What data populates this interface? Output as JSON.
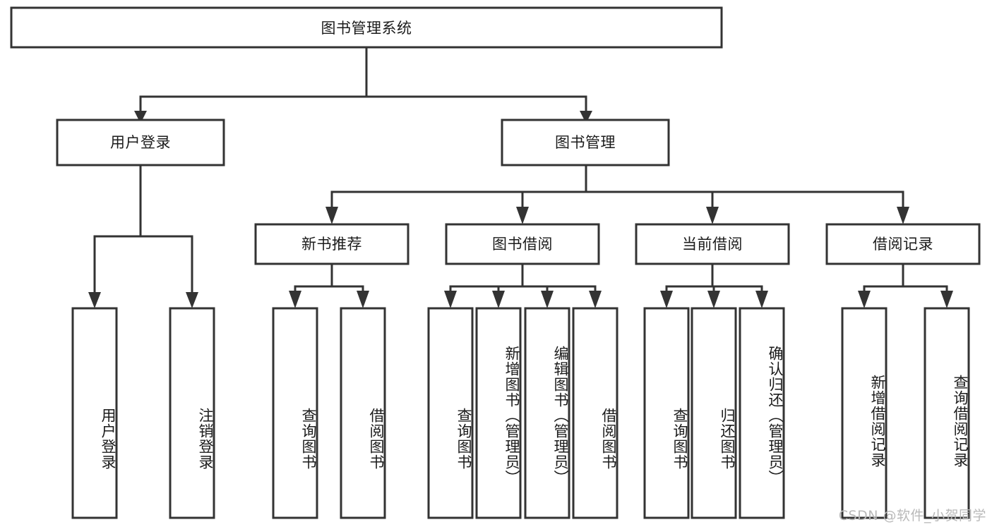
{
  "diagram": {
    "title": "图书管理系统",
    "type": "tree-hierarchy",
    "orientation": "top-down",
    "colors": {
      "box_stroke": "#333333",
      "box_fill": "#ffffff",
      "edge": "#333333",
      "text": "#1b1b1b",
      "watermark": "#b9b9b9",
      "background": "#ffffff"
    },
    "watermark": "CSDN @软件_小贺同学"
  },
  "nodes": {
    "root": {
      "label": "图书管理系统"
    },
    "level2": [
      {
        "label": "用户登录"
      },
      {
        "label": "图书管理"
      }
    ],
    "level3": [
      {
        "label": "新书推荐"
      },
      {
        "label": "图书借阅"
      },
      {
        "label": "当前借阅"
      },
      {
        "label": "借阅记录"
      }
    ],
    "leaves": {
      "user_login": [
        {
          "label": "用户登录"
        },
        {
          "label": "注销登录"
        }
      ],
      "new_book_recommend": [
        {
          "label": "查询图书"
        },
        {
          "label": "借阅图书"
        }
      ],
      "book_borrow": [
        {
          "label": "查询图书"
        },
        {
          "label": "新增图书（管理员）"
        },
        {
          "label": "编辑图书（管理员）"
        },
        {
          "label": "借阅图书"
        }
      ],
      "current_borrow": [
        {
          "label": "查询图书"
        },
        {
          "label": "归还图书"
        },
        {
          "label": "确认归还（管理员）"
        }
      ],
      "borrow_record": [
        {
          "label": "新增借阅记录"
        },
        {
          "label": "查询借阅记录"
        }
      ]
    }
  }
}
